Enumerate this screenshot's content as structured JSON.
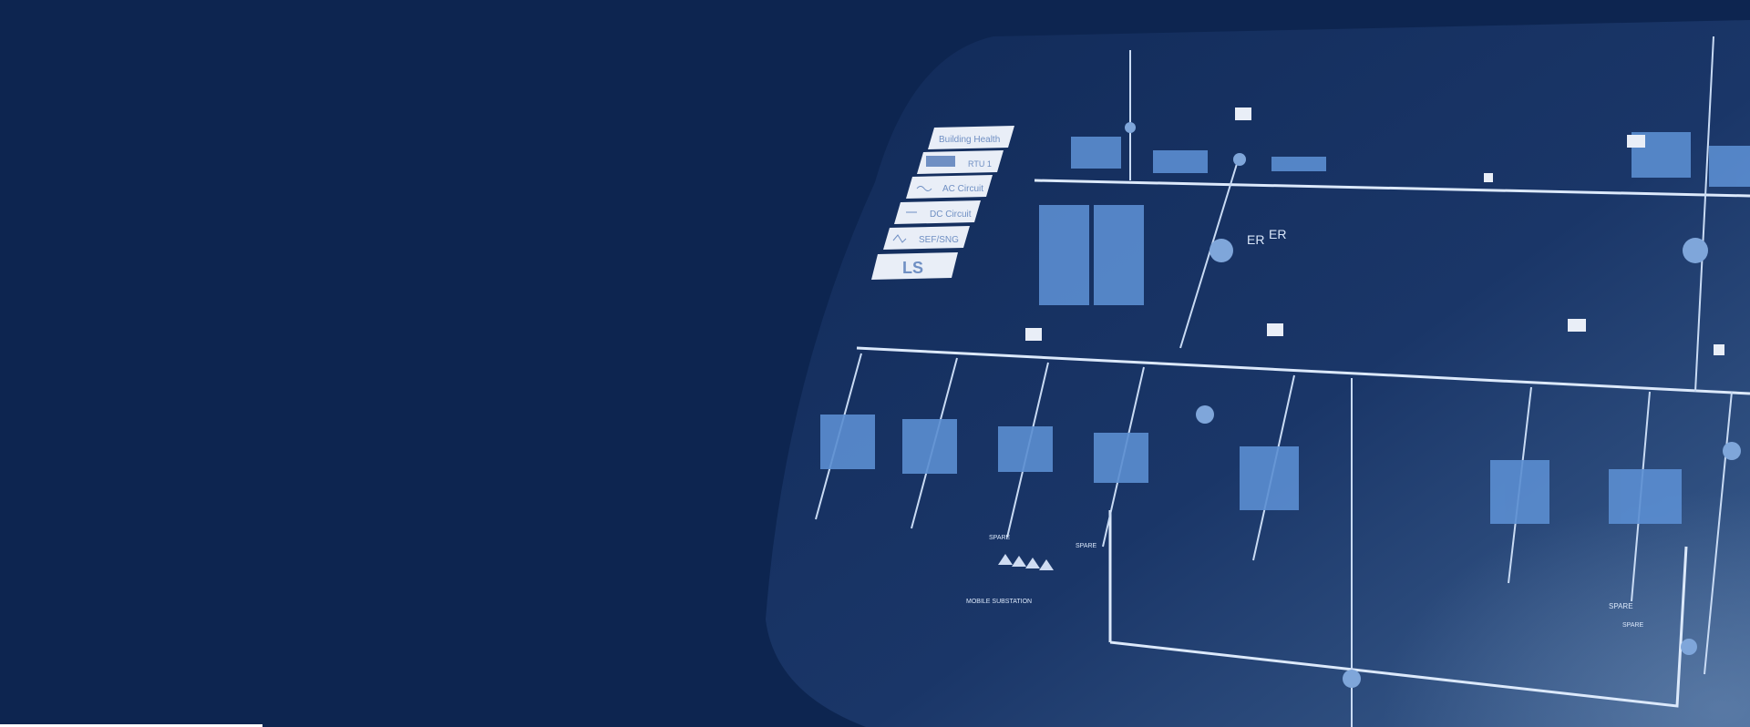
{
  "hero": {
    "panel_menu": [
      {
        "label": "Building Health",
        "icon": "none"
      },
      {
        "label": "RTU 1",
        "icon": "rtu-panel-icon"
      },
      {
        "label": "AC Circuit",
        "icon": "ac-waveform-icon"
      },
      {
        "label": "DC Circuit",
        "icon": "dc-line-icon"
      },
      {
        "label": "SEF/SNG",
        "icon": "pulse-icon"
      },
      {
        "label": "LS",
        "icon": "none"
      }
    ],
    "feeder_labels": [
      "SPARE",
      "SPARE",
      "SPARE",
      "SPARE",
      "MOBILE SUBSTATION"
    ],
    "tag_labels": [
      "ER",
      "ER"
    ]
  },
  "colors": {
    "page_bg": "#0d2550",
    "panel_bg": "#15315f",
    "panel_bg_light": "#3b5f8f",
    "line": "#dce9fb",
    "box": "#6c9bd6",
    "accent_rule": "#ffffff"
  }
}
